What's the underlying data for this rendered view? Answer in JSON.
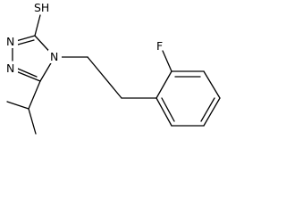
{
  "molecule": {
    "atoms": {
      "thiol": "SH",
      "fluorine": "F",
      "n1": "N",
      "n2": "N",
      "n4": "N"
    },
    "colors": {
      "bond": "#000000",
      "label": "#000000",
      "background": "#ffffff"
    }
  }
}
